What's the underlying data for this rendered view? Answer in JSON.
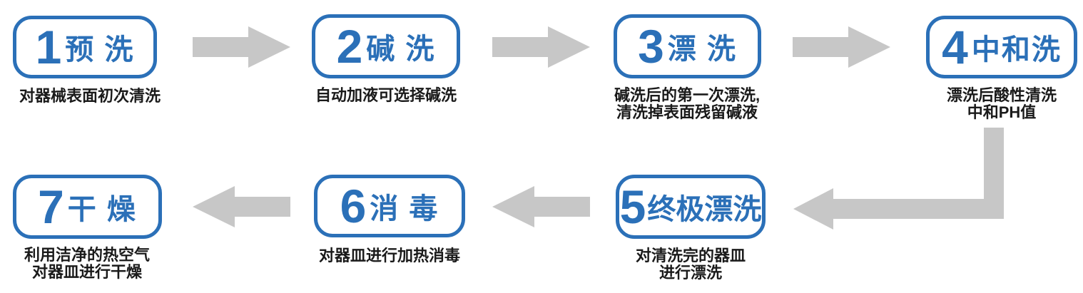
{
  "palette": {
    "accent_blue": "#2B70B8",
    "arrow_gray": "#C7C7C7",
    "text_black": "#1A1A1A"
  },
  "diagram_title": "7-step cleaning process flowchart",
  "steps": [
    {
      "number": "1",
      "label": "预 洗",
      "caption_lines": [
        "对器械表面初次清洗"
      ]
    },
    {
      "number": "2",
      "label": "碱 洗",
      "caption_lines": [
        "自动加液可选择碱洗"
      ]
    },
    {
      "number": "3",
      "label": "漂 洗",
      "caption_lines": [
        "碱洗后的第一次漂洗,",
        "清洗掉表面残留碱液"
      ]
    },
    {
      "number": "4",
      "label": "中和洗",
      "caption_lines": [
        "漂洗后酸性清洗",
        "中和PH值"
      ]
    },
    {
      "number": "5",
      "label": "终极漂洗",
      "caption_lines": [
        "对清洗完的器皿",
        "进行漂洗"
      ]
    },
    {
      "number": "6",
      "label": "消 毒",
      "caption_lines": [
        "对器皿进行加热消毒"
      ]
    },
    {
      "number": "7",
      "label": "干 燥",
      "caption_lines": [
        "利用洁净的热空气",
        "对器皿进行干燥"
      ]
    }
  ]
}
